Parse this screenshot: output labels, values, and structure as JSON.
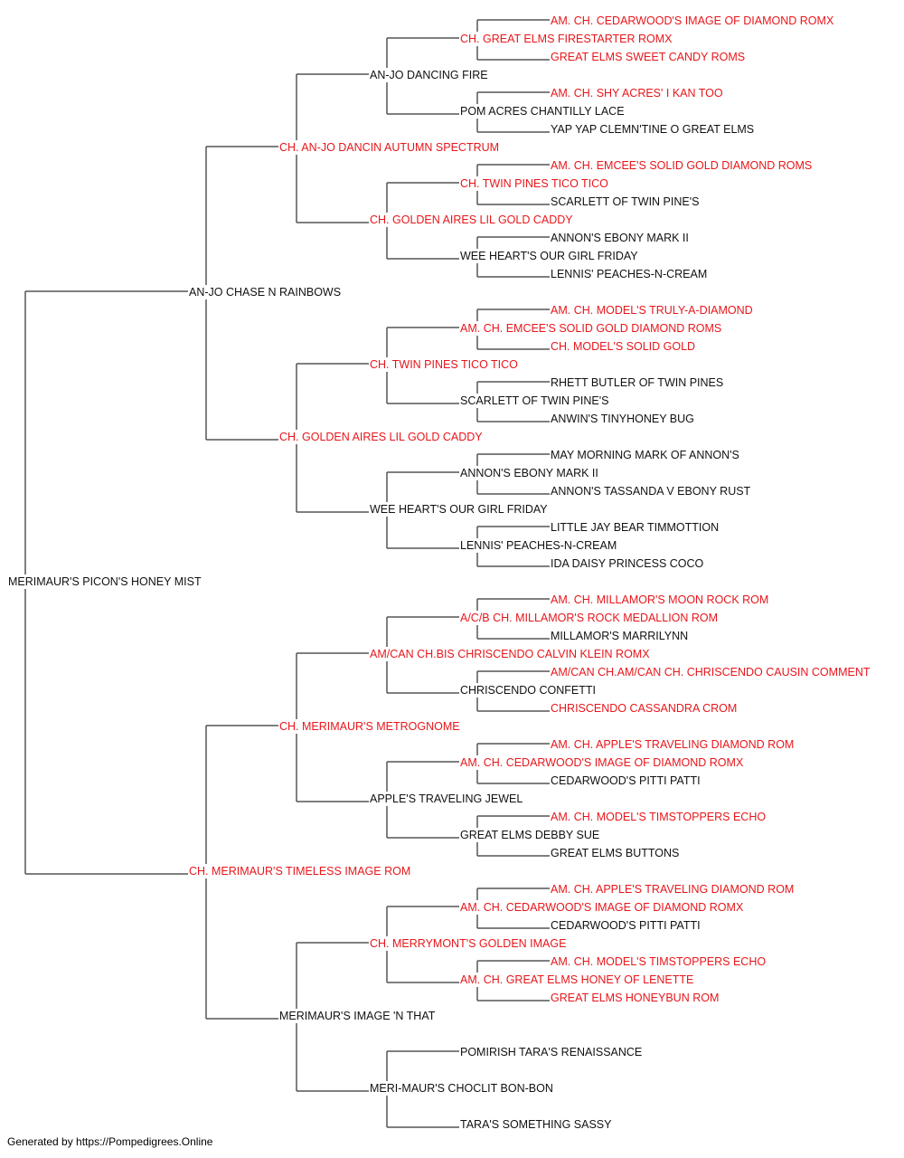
{
  "colors": {
    "champion": "#e8161b",
    "regular": "#111111",
    "line": "#555555"
  },
  "pedigree": {
    "name": "MERIMAUR'S PICON'S HONEY MIST",
    "champion": false,
    "sire": {
      "name": "AN-JO CHASE N RAINBOWS",
      "champion": false,
      "sire": {
        "name": "CH. AN-JO DANCIN AUTUMN SPECTRUM",
        "champion": true,
        "sire": {
          "name": "AN-JO DANCING FIRE",
          "champion": false,
          "sire": {
            "name": "CH. GREAT ELMS FIRESTARTER ROMX",
            "champion": true,
            "sire": {
              "name": "AM. CH. CEDARWOOD'S IMAGE OF DIAMOND ROMX",
              "champion": true
            },
            "dam": {
              "name": "GREAT ELMS SWEET CANDY ROMS",
              "champion": true
            }
          },
          "dam": {
            "name": "POM ACRES CHANTILLY LACE",
            "champion": false,
            "sire": {
              "name": "AM. CH. SHY ACRES' I KAN TOO",
              "champion": true
            },
            "dam": {
              "name": "YAP YAP CLEMN'TINE O GREAT ELMS",
              "champion": false
            }
          }
        },
        "dam": {
          "name": "CH. GOLDEN AIRES LIL GOLD CADDY",
          "champion": true,
          "sire": {
            "name": "CH. TWIN PINES TICO TICO",
            "champion": true,
            "sire": {
              "name": "AM. CH. EMCEE'S SOLID GOLD DIAMOND ROMS",
              "champion": true
            },
            "dam": {
              "name": "SCARLETT OF TWIN PINE'S",
              "champion": false
            }
          },
          "dam": {
            "name": "WEE HEART'S OUR GIRL FRIDAY",
            "champion": false,
            "sire": {
              "name": "ANNON'S EBONY MARK II",
              "champion": false
            },
            "dam": {
              "name": "LENNIS' PEACHES-N-CREAM",
              "champion": false
            }
          }
        }
      },
      "dam": {
        "name": "CH. GOLDEN AIRES LIL GOLD CADDY",
        "champion": true,
        "sire": {
          "name": "CH. TWIN PINES TICO TICO",
          "champion": true,
          "sire": {
            "name": "AM. CH. EMCEE'S SOLID GOLD DIAMOND ROMS",
            "champion": true,
            "sire": {
              "name": "AM. CH. MODEL'S TRULY-A-DIAMOND",
              "champion": true
            },
            "dam": {
              "name": "CH. MODEL'S SOLID GOLD",
              "champion": true
            }
          },
          "dam": {
            "name": "SCARLETT OF TWIN PINE'S",
            "champion": false,
            "sire": {
              "name": "RHETT BUTLER OF TWIN PINES",
              "champion": false
            },
            "dam": {
              "name": "ANWIN'S TINYHONEY BUG",
              "champion": false
            }
          }
        },
        "dam": {
          "name": "WEE HEART'S OUR GIRL FRIDAY",
          "champion": false,
          "sire": {
            "name": "ANNON'S EBONY MARK II",
            "champion": false,
            "sire": {
              "name": "MAY MORNING MARK OF ANNON'S",
              "champion": false
            },
            "dam": {
              "name": "ANNON'S TASSANDA V EBONY RUST",
              "champion": false
            }
          },
          "dam": {
            "name": "LENNIS' PEACHES-N-CREAM",
            "champion": false,
            "sire": {
              "name": "LITTLE JAY BEAR TIMMOTTION",
              "champion": false
            },
            "dam": {
              "name": "IDA DAISY PRINCESS COCO",
              "champion": false
            }
          }
        }
      }
    },
    "dam": {
      "name": "CH. MERIMAUR'S TIMELESS IMAGE ROM",
      "champion": true,
      "sire": {
        "name": "CH. MERIMAUR'S METROGNOME",
        "champion": true,
        "sire": {
          "name": "AM/CAN CH.BIS CHRISCENDO CALVIN KLEIN ROMX",
          "champion": true,
          "sire": {
            "name": "A/C/B CH. MILLAMOR'S ROCK MEDALLION ROM",
            "champion": true,
            "sire": {
              "name": "AM. CH. MILLAMOR'S MOON ROCK ROM",
              "champion": true
            },
            "dam": {
              "name": "MILLAMOR'S MARRILYNN",
              "champion": false
            }
          },
          "dam": {
            "name": "CHRISCENDO CONFETTI",
            "champion": false,
            "sire": {
              "name": "AM/CAN CH.AM/CAN CH. CHRISCENDO CAUSIN COMMENT",
              "champion": true
            },
            "dam": {
              "name": "CHRISCENDO CASSANDRA CROM",
              "champion": true
            }
          }
        },
        "dam": {
          "name": "APPLE'S TRAVELING JEWEL",
          "champion": false,
          "sire": {
            "name": "AM. CH. CEDARWOOD'S IMAGE OF DIAMOND ROMX",
            "champion": true,
            "sire": {
              "name": "AM. CH. APPLE'S TRAVELING DIAMOND ROM",
              "champion": true
            },
            "dam": {
              "name": "CEDARWOOD'S PITTI PATTI",
              "champion": false
            }
          },
          "dam": {
            "name": "GREAT ELMS DEBBY SUE",
            "champion": false,
            "sire": {
              "name": "AM. CH. MODEL'S TIMSTOPPERS ECHO",
              "champion": true
            },
            "dam": {
              "name": "GREAT ELMS BUTTONS",
              "champion": false
            }
          }
        }
      },
      "dam": {
        "name": "MERIMAUR'S IMAGE 'N THAT",
        "champion": false,
        "sire": {
          "name": "CH. MERRYMONT'S GOLDEN IMAGE",
          "champion": true,
          "sire": {
            "name": "AM. CH. CEDARWOOD'S IMAGE OF DIAMOND ROMX",
            "champion": true,
            "sire": {
              "name": "AM. CH. APPLE'S TRAVELING DIAMOND ROM",
              "champion": true
            },
            "dam": {
              "name": "CEDARWOOD'S PITTI PATTI",
              "champion": false
            }
          },
          "dam": {
            "name": "AM. CH. GREAT ELMS HONEY OF LENETTE",
            "champion": true,
            "sire": {
              "name": "AM. CH. MODEL'S TIMSTOPPERS ECHO",
              "champion": true
            },
            "dam": {
              "name": "GREAT ELMS HONEYBUN ROM",
              "champion": true
            }
          }
        },
        "dam": {
          "name": "MERI-MAUR'S CHOCLIT BON-BON",
          "champion": false,
          "sire": {
            "name": "POMIRISH TARA'S RENAISSANCE",
            "champion": false
          },
          "dam": {
            "name": "TARA'S SOMETHING SASSY",
            "champion": false
          }
        }
      }
    }
  },
  "footer": "Generated by https://Pompedigrees.Online"
}
